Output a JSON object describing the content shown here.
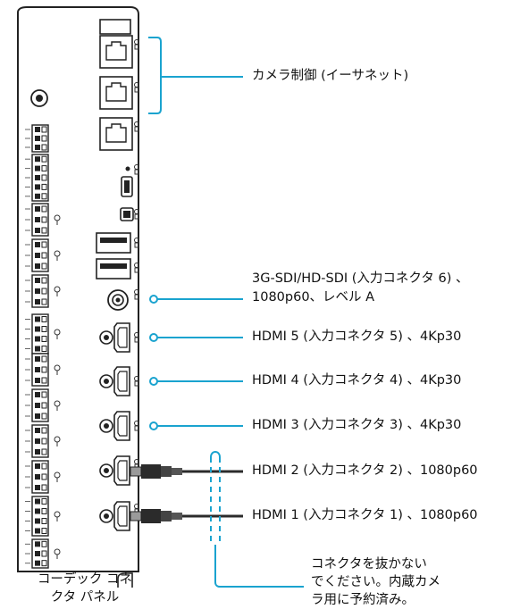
{
  "colors": {
    "callout": "#1aa3cf",
    "panel_outline": "#222222",
    "cable": "#2b2b2b",
    "cable_metal": "#9a9a9a"
  },
  "callouts": {
    "camera_control": "カメラ制御 (イーサネット)",
    "sdi_line1": "3G-SDI/HD-SDI (入力コネクタ 6) 、",
    "sdi_line2": "1080p60、レベル A",
    "hdmi5": "HDMI 5 (入力コネクタ 5) 、4Kp30",
    "hdmi4": "HDMI 4 (入力コネクタ 4) 、4Kp30",
    "hdmi3": "HDMI 3 (入力コネクタ 3) 、4Kp30",
    "hdmi2": "HDMI 2 (入力コネクタ 2) 、1080p60",
    "hdmi1": "HDMI 1 (入力コネクタ 1) 、1080p60",
    "reserved_line1": "コネクタを抜かない",
    "reserved_line2": "でください。内蔵カメ",
    "reserved_line3": "ラ用に予約済み。"
  },
  "caption": {
    "line1": "コーデック コネ",
    "line2": "クタ パネル"
  }
}
